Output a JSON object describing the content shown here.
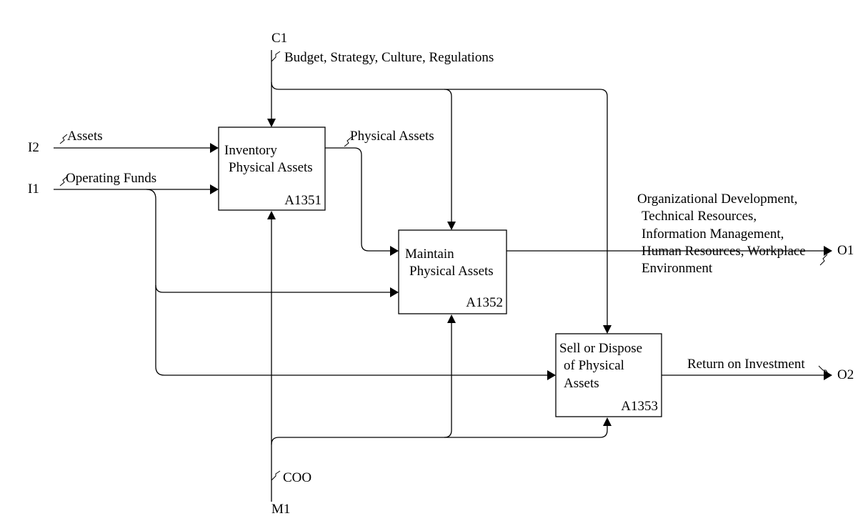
{
  "boxes": [
    {
      "id": "A1351",
      "lines": [
        "Inventory",
        "Physical Assets"
      ],
      "node": "A1351"
    },
    {
      "id": "A1352",
      "lines": [
        "Maintain",
        "Physical Assets"
      ],
      "node": "A1352"
    },
    {
      "id": "A1353",
      "lines": [
        "Sell or Dispose",
        "of Physical",
        "Assets"
      ],
      "node": "A1353"
    }
  ],
  "tunnels": {
    "c1": "C1",
    "i2": "I2",
    "i1": "I1",
    "o1": "O1",
    "o2": "O2",
    "m1": "M1"
  },
  "arrow_labels": {
    "controls": "Budget, Strategy, Culture, Regulations",
    "assets": "Assets",
    "operating_funds": "Operating Funds",
    "physical_assets": "Physical Assets",
    "o1_lines": [
      "Organizational Development,",
      "Technical Resources,",
      "Information Management,",
      "Human Resources, Workplace",
      "Environment"
    ],
    "return_on_investment": "Return on Investment",
    "coo": "COO"
  }
}
